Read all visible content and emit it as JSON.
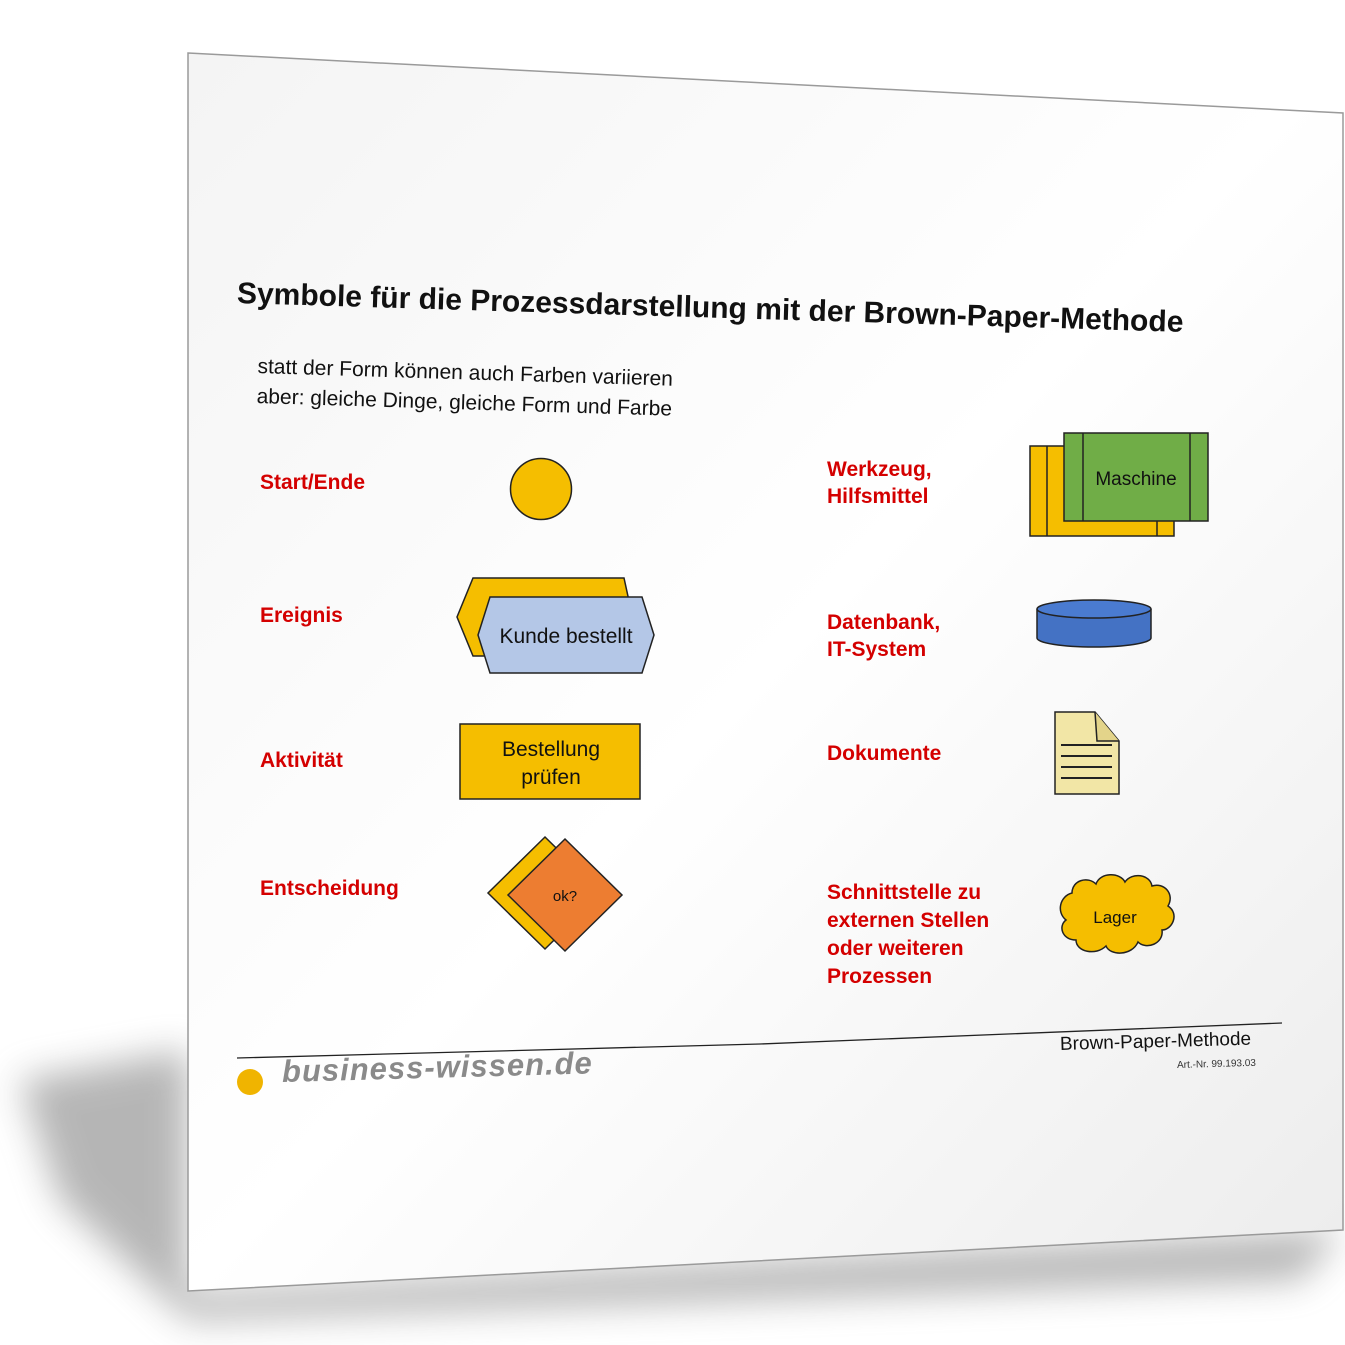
{
  "title": "Symbole für die Prozessdarstellung mit der Brown-Paper-Methode",
  "subtitle": {
    "line1": "statt der Form können auch Farben variieren",
    "line2": "aber: gleiche Dinge, gleiche Form und Farbe"
  },
  "symbols_left": {
    "start_end": {
      "label": "Start/Ende",
      "icon": "circle-icon"
    },
    "event": {
      "label": "Ereignis",
      "shape_text": "Kunde bestellt",
      "icon": "hexagon-icon"
    },
    "activity": {
      "label": "Aktivität",
      "shape_text_line1": "Bestellung",
      "shape_text_line2": "prüfen",
      "icon": "rectangle-icon"
    },
    "decision": {
      "label": "Entscheidung",
      "shape_text": "ok?",
      "icon": "diamond-icon"
    }
  },
  "symbols_right": {
    "tool": {
      "label_line1": "Werkzeug,",
      "label_line2": "Hilfsmittel",
      "shape_text": "Maschine",
      "icon": "machine-icon"
    },
    "database": {
      "label_line1": "Datenbank,",
      "label_line2": "IT-System",
      "icon": "database-cylinder-icon"
    },
    "documents": {
      "label": "Dokumente",
      "icon": "document-icon"
    },
    "interface": {
      "label_line1": "Schnittstelle zu",
      "label_line2": "externen Stellen",
      "label_line3": "oder weiteren",
      "label_line4": "Prozessen",
      "shape_text": "Lager",
      "icon": "cloud-icon"
    }
  },
  "footer": {
    "brand": "business-wissen.de",
    "doc_name": "Brown-Paper-Methode",
    "art_nr": "Art.-Nr. 99.193.03"
  },
  "colors": {
    "label_red": "#d40000",
    "yellow": "#f5be00",
    "light_blue": "#b4c7e7",
    "green": "#70ad47",
    "blue": "#4472c4",
    "orange": "#ed7d31",
    "doc_yellow": "#f2e6a6",
    "brand_dot": "#f0b400"
  }
}
